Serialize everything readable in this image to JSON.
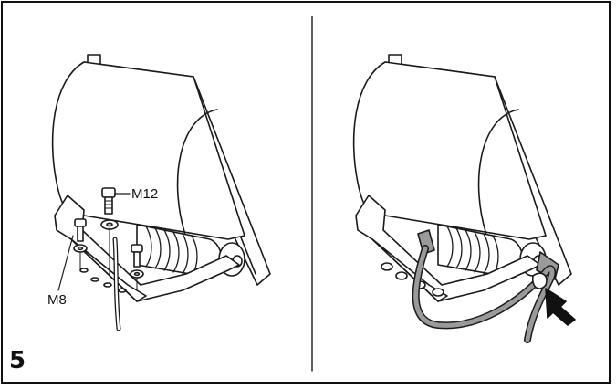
{
  "step_number": "5",
  "labels": {
    "bolt_large": "M12",
    "bolt_small": "M8"
  },
  "colors": {
    "line": "#1a1a1a",
    "cable_fill": "#9a9a9a",
    "background": "#ffffff",
    "arrow": "#111111"
  },
  "icons": [
    "floodlight-rear-illustration",
    "bolt-icon",
    "washer-icon",
    "cable-gland-icon",
    "direction-arrow-icon"
  ]
}
